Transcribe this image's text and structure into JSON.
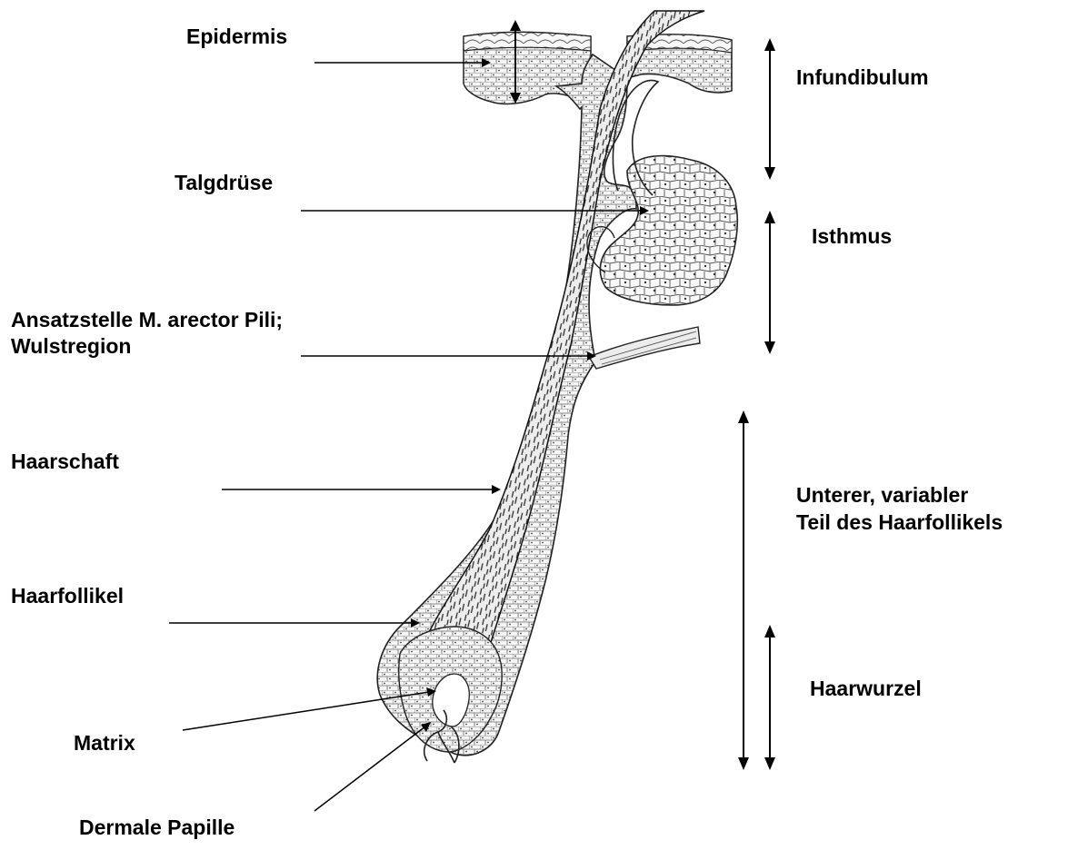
{
  "labels": {
    "epidermis": "Epidermis",
    "talgdruese": "Talgdrüse",
    "ansatz_line1": "Ansatzstelle M. arector Pili;",
    "ansatz_line2": "Wulstregion",
    "haarschaft": "Haarschaft",
    "haarfollikel": "Haarfollikel",
    "matrix": "Matrix",
    "dermale_papille": "Dermale Papille",
    "infundibulum": "Infundibulum",
    "isthmus": "Isthmus",
    "unterer_line1": "Unterer, variabler",
    "unterer_line2": "Teil des Haarfollikels",
    "haarwurzel": "Haarwurzel"
  },
  "colors": {
    "line": "#000000",
    "tissue_fill": "#f4f4f4",
    "shaft_fill": "#e6e6e6",
    "cell_stroke": "#555555"
  }
}
